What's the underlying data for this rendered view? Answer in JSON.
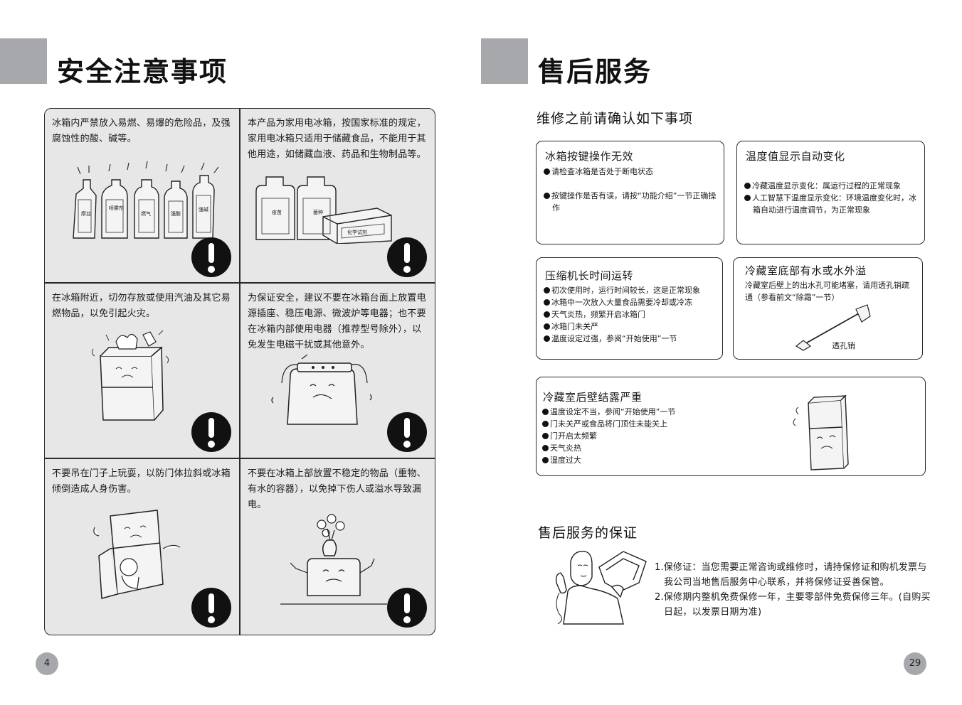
{
  "left_page": {
    "title": "安全注意事项",
    "page_number": "4",
    "cells": [
      {
        "text": "冰箱内严禁放入易燃、易爆的危险品，及强腐蚀性的酸、碱等。",
        "labels": [
          "摩丝",
          "喷雾剂",
          "燃气",
          "强酸",
          "强碱"
        ]
      },
      {
        "text": "本产品为家用电冰箱，按国家标准的规定，家用电冰箱只适用于储藏食品，不能用于其他用途，如储藏血液、药品和生物制品等。",
        "labels": [
          "疫苗",
          "菌种",
          "化学试剂"
        ]
      },
      {
        "text": "在冰箱附近，切勿存放或使用汽油及其它易燃物品，以免引起火灾。"
      },
      {
        "text": "为保证安全，建议不要在冰箱台面上放置电源插座、稳压电源、微波炉等电器；也不要在冰箱内部使用电器（推荐型号除外），以免发生电磁干扰或其他意外。"
      },
      {
        "text": "不要吊在门子上玩耍，以防门体拉斜或冰箱倾倒造成人身伤害。"
      },
      {
        "text": "不要在冰箱上部放置不稳定的物品（重物、有水的容器），以免掉下伤人或溢水导致漏电。"
      }
    ]
  },
  "right_page": {
    "title": "售后服务",
    "page_number": "29",
    "section1_title": "维修之前请确认如下事项",
    "boxes": [
      {
        "title": "冰箱按键操作无效",
        "items": [
          "请检查冰箱是否处于断电状态",
          "按键操作是否有误，请按“功能介绍”一节正确操作"
        ]
      },
      {
        "title": "温度值显示自动变化",
        "items": [
          "冷藏温度显示变化：属运行过程的正常现象",
          "人工智慧下温度显示变化：环境温度变化时，冰箱自动进行温度调节，为正常现象"
        ]
      },
      {
        "title": "压缩机长时间运转",
        "items": [
          "初次使用时，运行时间较长，这是正常现象",
          "冰箱中一次放入大量食品需要冷却或冷冻",
          "天气炎热，频繁开启冰箱门",
          "冰箱门未关严",
          "温度设定过强，参阅“开始使用”一节"
        ]
      },
      {
        "title": "冷藏室底部有水或水外溢",
        "text": "冷藏室后壁上的出水孔可能堵塞，请用透孔销疏通（参看前文“除霜”一节）",
        "tool_label": "透孔销"
      },
      {
        "title": "冷藏室后壁结露严重",
        "items": [
          "温度设定不当，参阅“开始使用”一节",
          "门未关严或食品将门顶住未能关上",
          "门开启太频繁",
          "天气炎热",
          "湿度过大"
        ]
      }
    ],
    "section2_title": "售后服务的保证",
    "warranty": [
      "1.保修证：当您需要正常咨询或维修时，请持保修证和购机发票与我公司当地售后服务中心联系，并将保修证妥善保管。",
      "2.保修期内整机免费保修一年，主要零部件免费保修三年。(自购买日起，以发票日期为准)"
    ]
  }
}
